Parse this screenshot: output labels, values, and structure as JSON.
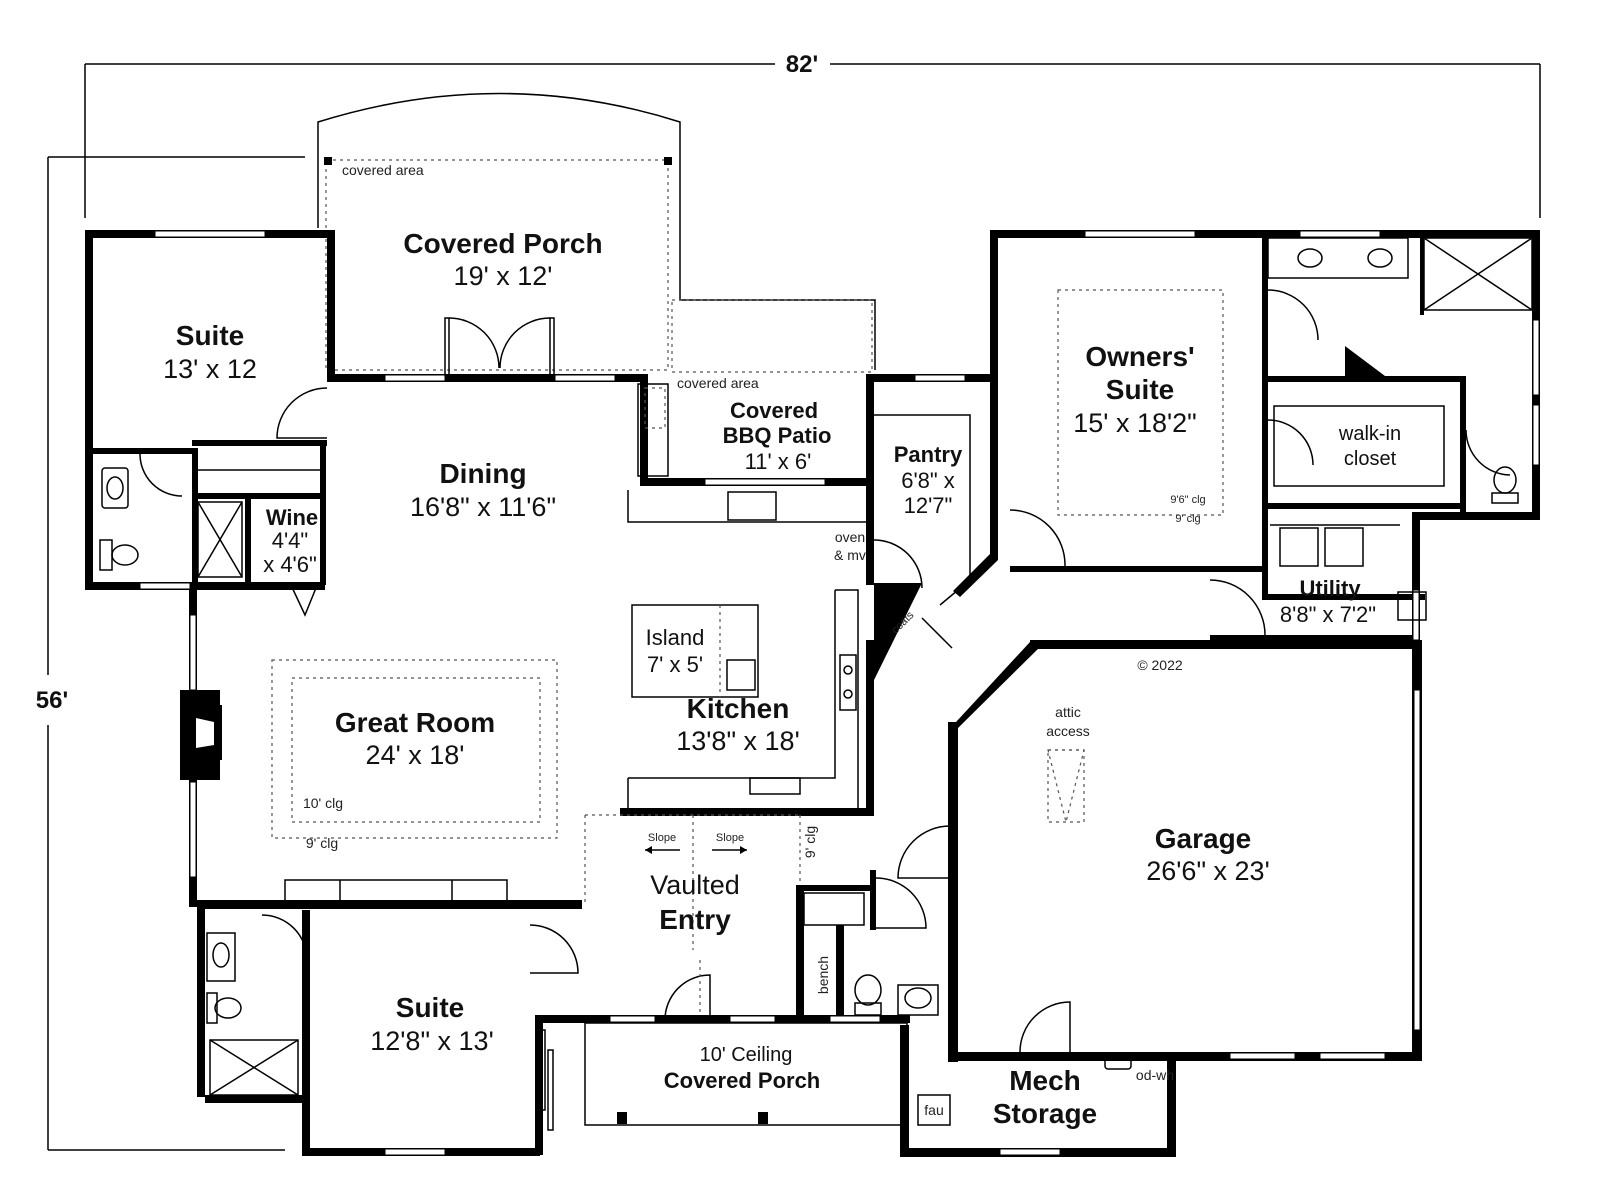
{
  "dimensions": {
    "width": "82'",
    "depth": "56'"
  },
  "copyright": "© 2022",
  "rooms": {
    "suite_nw": {
      "name": "Suite",
      "dims": "13' x 12"
    },
    "covered_porch_rear": {
      "name": "Covered Porch",
      "dims": "19' x 12'"
    },
    "covered_area_1": "covered area",
    "covered_area_2": "covered area",
    "bbq": {
      "line1": "Covered",
      "line2": "BBQ Patio",
      "dims": "11' x 6'"
    },
    "pantry": {
      "name": "Pantry",
      "dims1": "6'8\" x",
      "dims2": "12'7\""
    },
    "owners": {
      "line1": "Owners'",
      "line2": "Suite",
      "dims": "15' x 18'2\"",
      "clg1": "9'6\" clg",
      "clg2": "9' clg"
    },
    "walkin": {
      "line1": "walk-in",
      "line2": "closet"
    },
    "dining": {
      "name": "Dining",
      "dims": "16'8\" x 11'6\""
    },
    "wine": {
      "name": "Wine",
      "dims1": "4'4\"",
      "dims2": "x 4'6\""
    },
    "oven": {
      "line1": "oven",
      "line2": "& mv"
    },
    "coats": "coats",
    "utility": {
      "name": "Utility",
      "dims": "8'8\" x 7'2\""
    },
    "island": {
      "name": "Island",
      "dims": "7' x 5'"
    },
    "kitchen": {
      "name": "Kitchen",
      "dims": "13'8\" x 18'"
    },
    "great_room": {
      "name": "Great Room",
      "dims": "24' x 18'",
      "clg1": "10' clg",
      "clg2": "9' clg"
    },
    "attic": {
      "line1": "attic",
      "line2": "access"
    },
    "garage": {
      "name": "Garage",
      "dims": "26'6\" x 23'"
    },
    "slope_left": "Slope",
    "slope_right": "Slope",
    "entry_clg": "9' clg",
    "vaulted": {
      "line1": "Vaulted",
      "line2": "Entry"
    },
    "bench": "bench",
    "suite_sw": {
      "name": "Suite",
      "dims": "12'8\" x 13'"
    },
    "front_porch": {
      "line1": "10' Ceiling",
      "line2": "Covered Porch"
    },
    "fau": "fau",
    "odwh": "od-wh",
    "mech": {
      "line1": "Mech",
      "line2": "Storage"
    }
  }
}
